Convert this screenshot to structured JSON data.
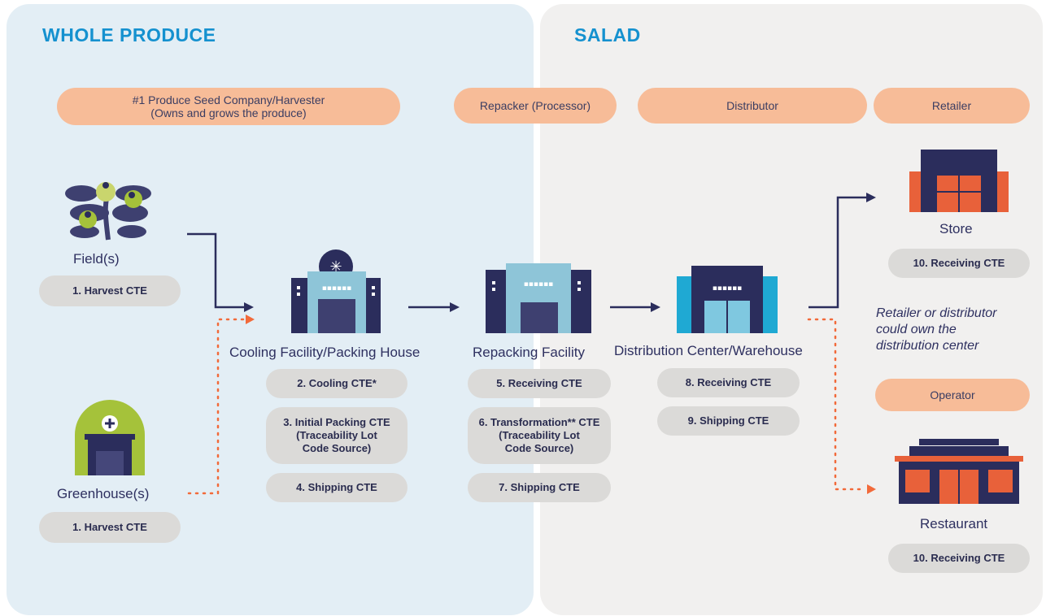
{
  "sections": {
    "left_title": "WHOLE PRODUCE",
    "right_title": "SALAD"
  },
  "roles": {
    "harvester_line1": "#1 Produce Seed Company/Harvester",
    "harvester_line2": "(Owns and grows the produce)",
    "repacker": "Repacker (Processor)",
    "distributor": "Distributor",
    "retailer": "Retailer",
    "operator": "Operator"
  },
  "nodes": {
    "field": "Field(s)",
    "greenhouse": "Greenhouse(s)",
    "cooling": "Cooling Facility/Packing House",
    "repacking": "Repacking Facility",
    "distribution": "Distribution Center/Warehouse",
    "store": "Store",
    "restaurant": "Restaurant"
  },
  "ctes": {
    "field_harvest": "1. Harvest CTE",
    "greenhouse_harvest": "1. Harvest CTE",
    "cooling": "2. Cooling CTE*",
    "initial_packing": "3. Initial Packing CTE\n(Traceability Lot\nCode Source)",
    "cooling_shipping": "4. Shipping CTE",
    "repack_receiving": "5. Receiving CTE",
    "transformation": "6. Transformation** CTE\n(Traceability Lot\nCode Source)",
    "repack_shipping": "7. Shipping CTE",
    "dc_receiving": "8. Receiving CTE",
    "dc_shipping": "9. Shipping CTE",
    "store_receiving": "10. Receiving CTE",
    "restaurant_receiving": "10. Receiving CTE"
  },
  "note": "Retailer or distributor\ncould own the\ndistribution center",
  "colors": {
    "left_panel": "#e3eef5",
    "right_panel": "#f1f0ef",
    "title_blue": "#1591cf",
    "role_pill": "#f7bc98",
    "cte_pill": "#dbdad8",
    "navy": "#2b2d5c",
    "orange_dots": "#f26a3a",
    "teal": "#1fa9d3",
    "lime": "#a5c23a"
  }
}
